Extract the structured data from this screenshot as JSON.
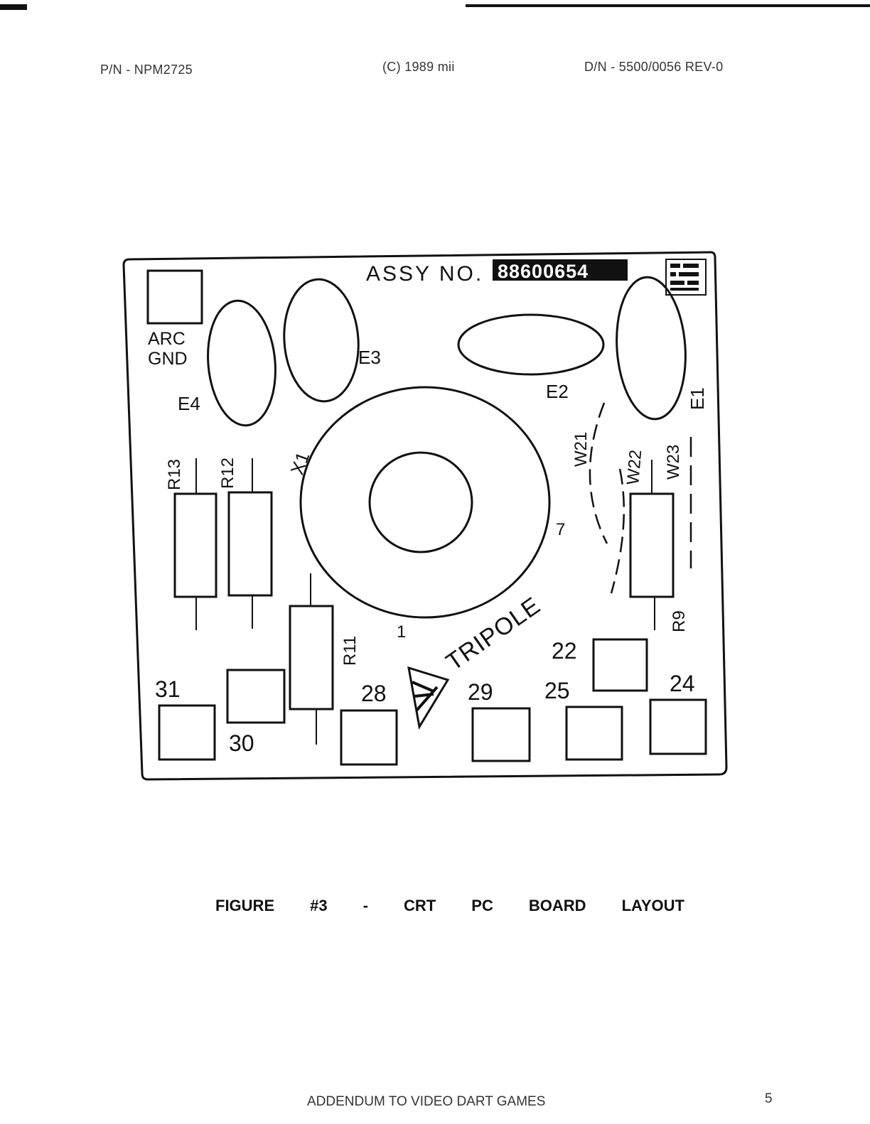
{
  "header": {
    "part_number": "P/N - NPM2725",
    "copyright": "(C) 1989 mii",
    "document_number": "D/N - 5500/0056 REV-0"
  },
  "board": {
    "assy_label": "ASSY NO.",
    "assy_number": "88600654",
    "brand": "TRIPOLE",
    "component_labels": {
      "arc": "ARC",
      "gnd": "GND",
      "e1": "E1",
      "e2": "E2",
      "e3": "E3",
      "e4": "E4",
      "x1": "X1",
      "r9": "R9",
      "r11": "R11",
      "r12": "R12",
      "r13": "R13",
      "w21": "W21",
      "w22": "W22",
      "w23": "W23",
      "pin_1": "1",
      "pin_7": "7"
    },
    "pads": {
      "p22": "22",
      "p24": "24",
      "p25": "25",
      "p28": "28",
      "p29": "29",
      "p30": "30",
      "p31": "31"
    }
  },
  "caption": {
    "words": [
      "FIGURE",
      "#3",
      "-",
      "CRT",
      "PC",
      "BOARD",
      "LAYOUT"
    ]
  },
  "footer": {
    "title": "ADDENDUM TO VIDEO DART GAMES",
    "page": "5"
  }
}
